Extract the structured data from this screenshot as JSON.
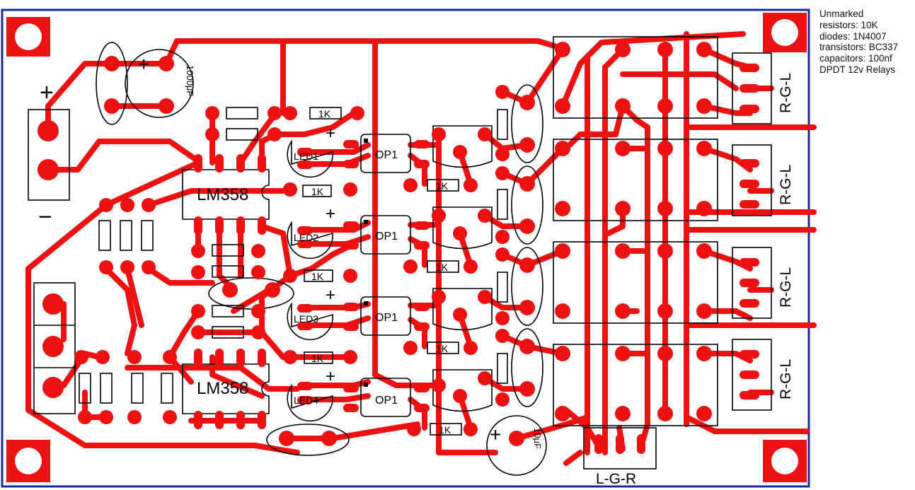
{
  "notes": {
    "line1": "Unmarked",
    "line2": "resistors: 10K",
    "line3": "diodes: 1N4007",
    "line4": "transistors: BC337",
    "line5": "capacitors: 100nf",
    "line6": "DPDT 12v Relays"
  },
  "labels": {
    "plus": "+",
    "minus": "−",
    "cap_main": "1000μF",
    "cap_small": "10μF",
    "ic": "LM358",
    "r1k": "1K",
    "opto": "OP1",
    "led1": "LED1",
    "led2": "LED2",
    "led3": "LED3",
    "led4": "LED4",
    "rgl": "R-G-L",
    "lgr": "L-G-R"
  },
  "colors": {
    "copper": "#ee1111",
    "outline": "#000000",
    "board_border": "#1a2a9a"
  }
}
